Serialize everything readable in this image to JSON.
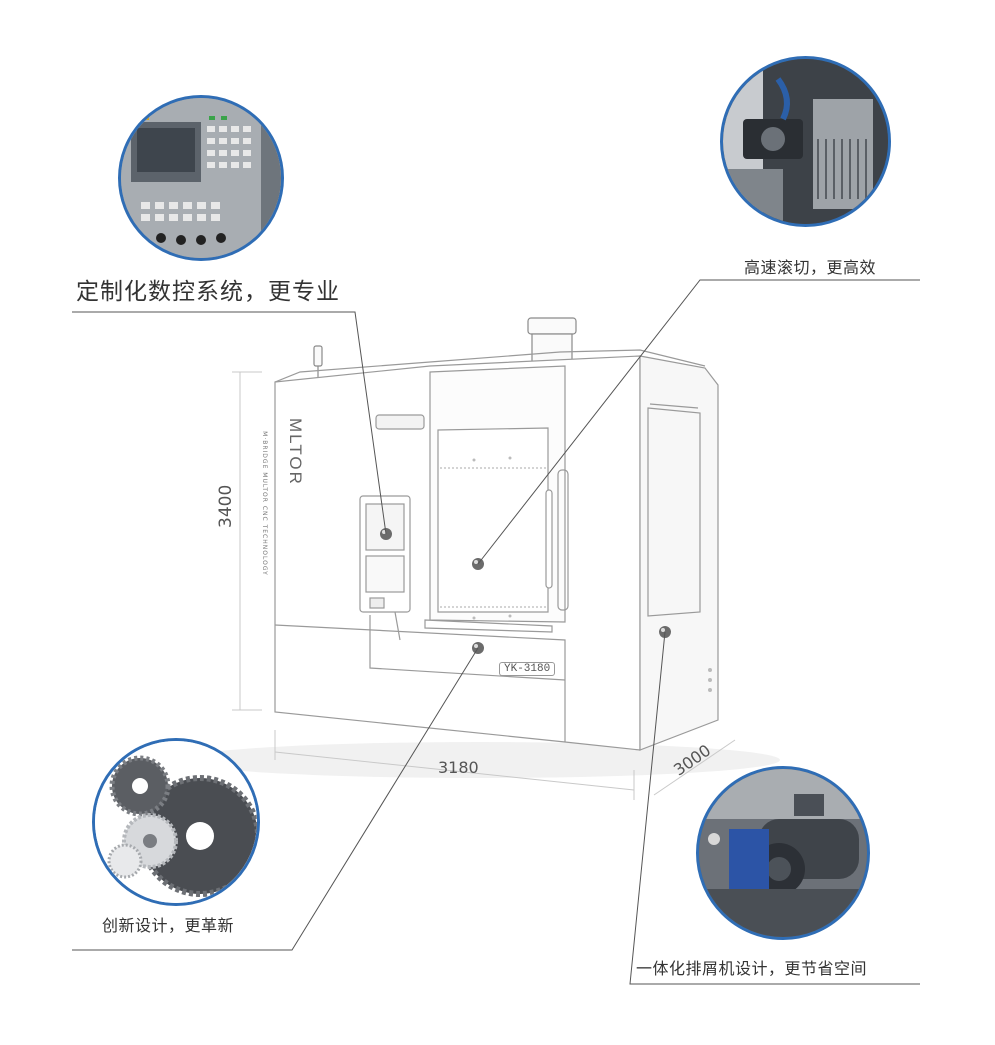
{
  "callouts": {
    "control_system": "定制化数控系统，更专业",
    "high_speed_hobbing": "高速滚切，更高效",
    "innovative_design": "创新设计，更革新",
    "chip_conveyor": "一体化排屑机设计，更节省空间"
  },
  "dimensions": {
    "height": "3400",
    "width": "3180",
    "depth": "3000"
  },
  "machine": {
    "brand": "MLTOR",
    "brand_subtitle": "M·BRIDGE MULTOR CNC TECHNOLOGY",
    "model_plate": "YK-3180"
  },
  "colors": {
    "bubble_border": "#2f6db5",
    "leader_line": "#555555"
  }
}
